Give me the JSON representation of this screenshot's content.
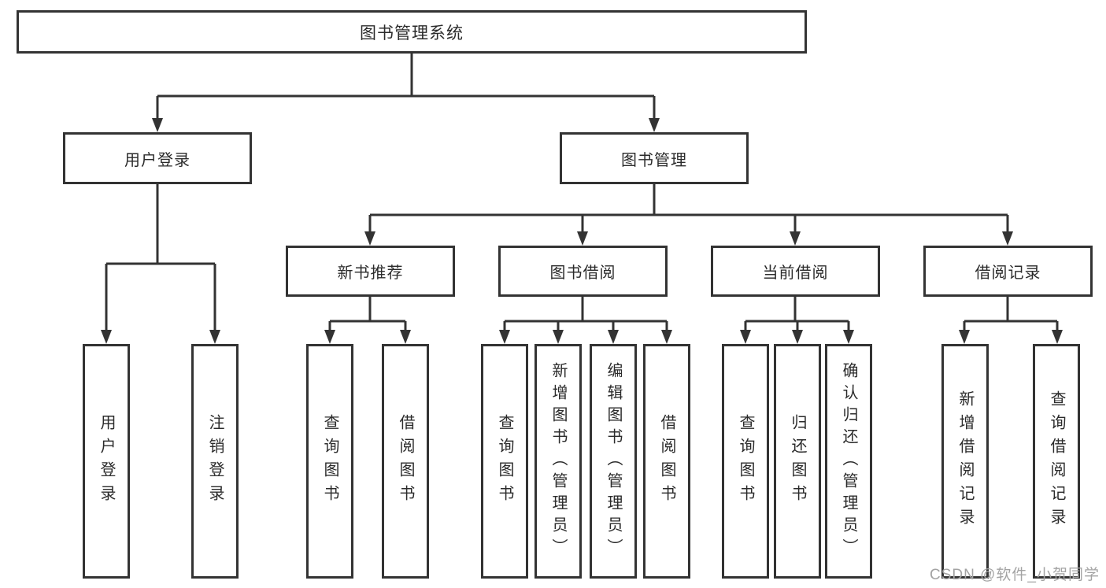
{
  "diagram": {
    "root": {
      "label": "图书管理系统"
    },
    "level2": [
      {
        "label": "用户登录",
        "parent": "图书管理系统"
      },
      {
        "label": "图书管理",
        "parent": "图书管理系统"
      }
    ],
    "level3": [
      {
        "label": "新书推荐",
        "parent": "图书管理"
      },
      {
        "label": "图书借阅",
        "parent": "图书管理"
      },
      {
        "label": "当前借阅",
        "parent": "图书管理"
      },
      {
        "label": "借阅记录",
        "parent": "图书管理"
      }
    ],
    "leaves": [
      {
        "label": "用户登录",
        "parent": "用户登录"
      },
      {
        "label": "注销登录",
        "parent": "用户登录"
      },
      {
        "label": "查询图书",
        "parent": "新书推荐"
      },
      {
        "label": "借阅图书",
        "parent": "新书推荐"
      },
      {
        "label": "查询图书",
        "parent": "图书借阅"
      },
      {
        "label": "新增图书（管理员）",
        "parent": "图书借阅"
      },
      {
        "label": "编辑图书（管理员）",
        "parent": "图书借阅"
      },
      {
        "label": "借阅图书",
        "parent": "图书借阅"
      },
      {
        "label": "查询图书",
        "parent": "当前借阅"
      },
      {
        "label": "归还图书",
        "parent": "当前借阅"
      },
      {
        "label": "确认归还（管理员）",
        "parent": "当前借阅"
      },
      {
        "label": "新增借阅记录",
        "parent": "借阅记录"
      },
      {
        "label": "查询借阅记录",
        "parent": "借阅记录"
      }
    ]
  },
  "watermark": {
    "text": "CSDN @软件_小贺同学"
  },
  "colors": {
    "line": "#333333",
    "text": "#2b2b2b",
    "box_background": "#ffffff",
    "page_background": "#ffffff",
    "watermark": "#a3a3a3"
  }
}
